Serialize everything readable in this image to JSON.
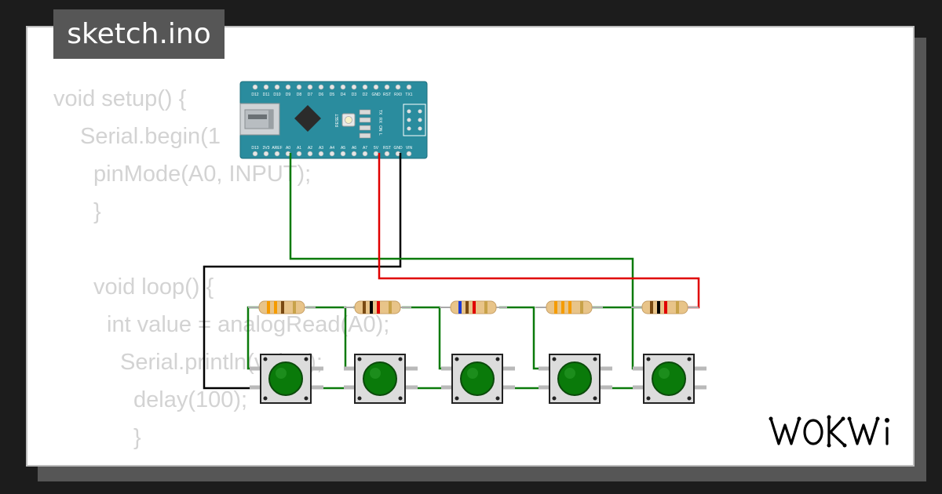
{
  "project": {
    "filename": "sketch.ino"
  },
  "code": {
    "lines": [
      "void setup() {",
      "Serial.begin(1",
      "pinMode(A0, INPUT);",
      "}",
      "void loop() {",
      "int value = analogRead(A0);",
      "Serial.println(value);",
      "delay(100);",
      "}"
    ]
  },
  "board": {
    "name": "Arduino Nano",
    "top_pins": [
      "D12",
      "D11",
      "D10",
      "D9",
      "D8",
      "D7",
      "D6",
      "D5",
      "D4",
      "D3",
      "D2",
      "GND",
      "RST",
      "RX0",
      "TX1"
    ],
    "bottom_pins": [
      "D13",
      "3V3",
      "AREF",
      "A0",
      "A1",
      "A2",
      "A3",
      "A4",
      "A5",
      "A6",
      "A7",
      "5V",
      "RST",
      "GND",
      "VIN"
    ],
    "reset_label": "RESET",
    "led_labels": [
      "TX",
      "RX",
      "ON",
      "L"
    ],
    "color": "#2a8c9e"
  },
  "wires": {
    "a0_color": "#0a7a0a",
    "vcc_color": "#e00000",
    "gnd_color": "#000000"
  },
  "components": {
    "pushbuttons": [
      {
        "id": "btn1",
        "cap_color": "#0a7a0a"
      },
      {
        "id": "btn2",
        "cap_color": "#0a7a0a"
      },
      {
        "id": "btn3",
        "cap_color": "#0a7a0a"
      },
      {
        "id": "btn4",
        "cap_color": "#0a7a0a"
      },
      {
        "id": "btn5",
        "cap_color": "#0a7a0a"
      }
    ],
    "resistors": [
      {
        "id": "r1",
        "bands": [
          "#f59b00",
          "#f59b00",
          "#7a4a12",
          "#c8a24a"
        ]
      },
      {
        "id": "r2",
        "bands": [
          "#7a4a12",
          "#000000",
          "#e00000",
          "#c8a24a"
        ]
      },
      {
        "id": "r3",
        "bands": [
          "#1a3ad6",
          "#7a4a12",
          "#e00000",
          "#c8a24a"
        ]
      },
      {
        "id": "r4",
        "bands": [
          "#f59b00",
          "#f59b00",
          "#f59b00",
          "#c8a24a"
        ]
      },
      {
        "id": "r5",
        "bands": [
          "#7a4a12",
          "#000000",
          "#e00000",
          "#c8a24a"
        ]
      }
    ]
  },
  "branding": {
    "logo_text": "WOKWi",
    "icon": "wokwi-logo"
  }
}
